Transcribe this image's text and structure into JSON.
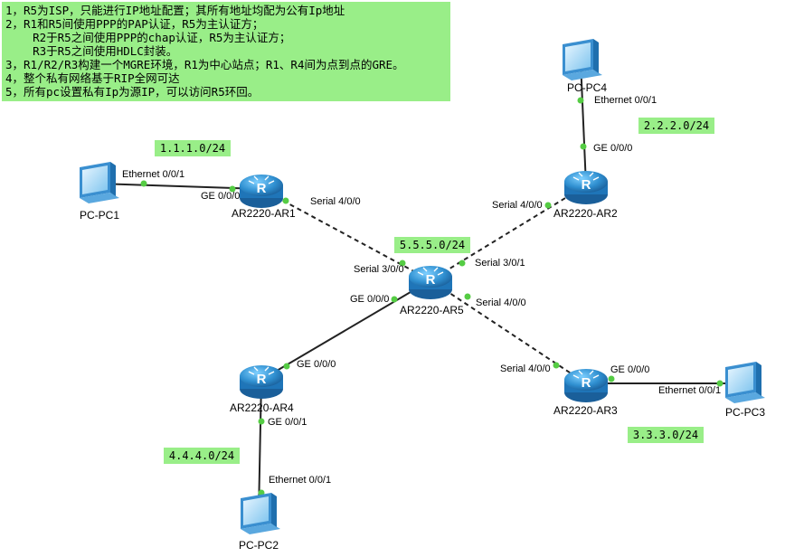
{
  "colors": {
    "note_bg": "#99ee88",
    "router_blue": "#2f8fd0",
    "link_dot": "#55cc44",
    "line": "#222222"
  },
  "notes": [
    "1，R5为ISP，只能进行IP地址配置；其所有地址均配为公有Ip地址",
    "2，R1和R5间使用PPP的PAP认证，R5为主认证方；",
    "    R2于R5之间使用PPP的chap认证，R5为主认证方；",
    "    R3于R5之间使用HDLC封装。",
    "3，R1/R2/R3构建一个MGRE环境，R1为中心站点；R1、R4间为点到点的GRE。",
    "4，整个私有网络基于RIP全网可达",
    "5，所有pc设置私有Ip为源IP，可以访问R5环回。"
  ],
  "subnets": {
    "r1": "1.1.1.0/24",
    "r2": "2.2.2.0/24",
    "r5": "5.5.5.0/24",
    "r3": "3.3.3.0/24",
    "r4": "4.4.4.0/24"
  },
  "devices": {
    "pc1": {
      "name": "PC-PC1",
      "icon": "pc-icon"
    },
    "pc2": {
      "name": "PC-PC2",
      "icon": "pc-icon"
    },
    "pc3": {
      "name": "PC-PC3",
      "icon": "pc-icon"
    },
    "pc4": {
      "name": "PC-PC4",
      "icon": "pc-icon"
    },
    "ar1": {
      "name": "AR2220-AR1",
      "icon": "router-icon"
    },
    "ar2": {
      "name": "AR2220-AR2",
      "icon": "router-icon"
    },
    "ar3": {
      "name": "AR2220-AR3",
      "icon": "router-icon"
    },
    "ar4": {
      "name": "AR2220-AR4",
      "icon": "router-icon"
    },
    "ar5": {
      "name": "AR2220-AR5",
      "icon": "router-icon"
    }
  },
  "ports": {
    "pc1_eth": "Ethernet 0/0/1",
    "ar1_ge": "GE 0/0/0",
    "ar1_serial": "Serial 4/0/0",
    "ar2_serial": "Serial 4/0/0",
    "ar2_ge": "GE 0/0/0",
    "pc4_eth": "Ethernet 0/0/1",
    "ar5_s30": "Serial 3/0/0",
    "ar5_s31": "Serial 3/0/1",
    "ar5_ge": "GE 0/0/0",
    "ar5_s40": "Serial 4/0/0",
    "ar3_serial": "Serial 4/0/0",
    "ar3_ge": "GE 0/0/0",
    "pc3_eth": "Ethernet 0/0/1",
    "ar4_ge0": "GE 0/0/0",
    "ar4_ge1": "GE 0/0/1",
    "pc2_eth": "Ethernet 0/0/1"
  },
  "links": [
    {
      "from": "pc1",
      "to": "ar1",
      "style": "solid"
    },
    {
      "from": "pc4",
      "to": "ar2",
      "style": "solid"
    },
    {
      "from": "ar1",
      "to": "ar5",
      "style": "dashed"
    },
    {
      "from": "ar2",
      "to": "ar5",
      "style": "dashed"
    },
    {
      "from": "ar5",
      "to": "ar3",
      "style": "dashed"
    },
    {
      "from": "ar5",
      "to": "ar4",
      "style": "solid"
    },
    {
      "from": "ar3",
      "to": "pc3",
      "style": "solid"
    },
    {
      "from": "ar4",
      "to": "pc2",
      "style": "solid"
    }
  ]
}
